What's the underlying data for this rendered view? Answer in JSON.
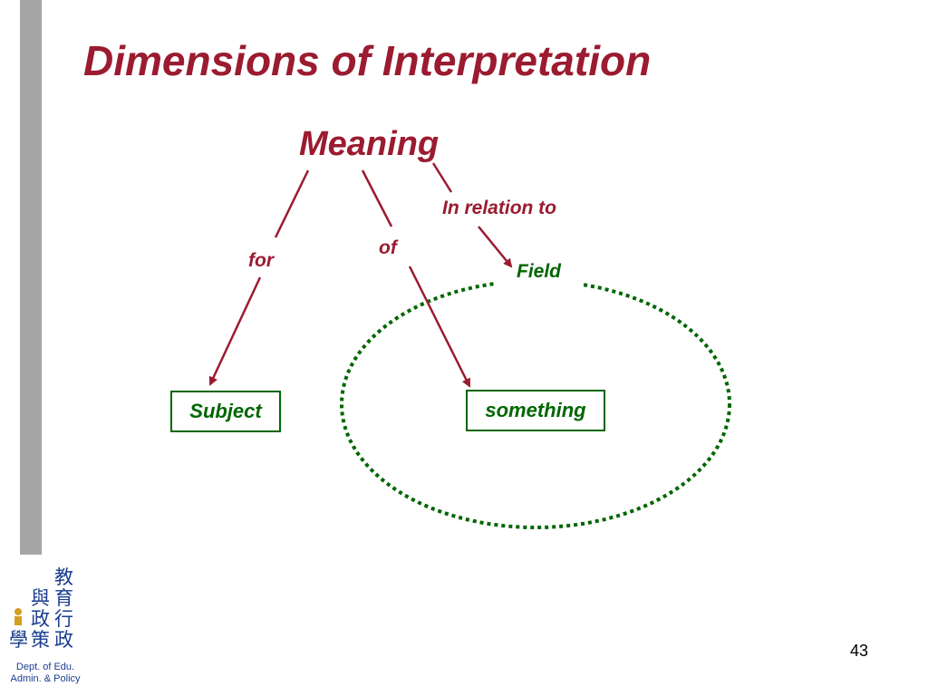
{
  "slide": {
    "title": "Dimensions of Interpretation",
    "page_number": "43"
  },
  "diagram": {
    "center_label": "Meaning",
    "edge_for": "for",
    "edge_of": "of",
    "edge_in_relation_to": "In relation to",
    "field_label": "Field",
    "subject_label": "Subject",
    "something_label": "something"
  },
  "logo": {
    "chars": [
      "教",
      "育",
      "與",
      "行",
      "政",
      "政",
      "學",
      "策"
    ],
    "line1": "Dept. of Edu.",
    "line2": "Admin. & Policy"
  },
  "colors": {
    "title_red": "#9b1b30",
    "green": "#006600",
    "sidebar_gray": "#a6a6a6",
    "logo_blue": "#1a3d8f"
  }
}
